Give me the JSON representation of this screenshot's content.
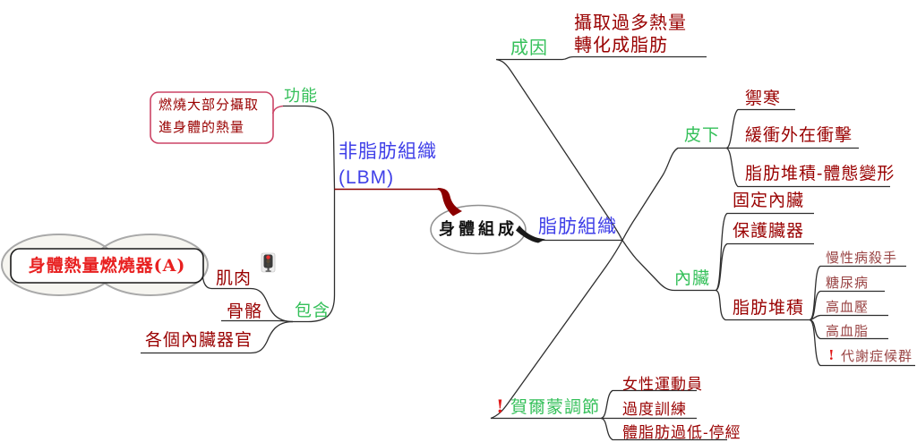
{
  "root": {
    "label": "身體組成"
  },
  "left": {
    "lbm_line1": "非脂肪組織",
    "lbm_line2": "(LBM)",
    "function_label": "功能",
    "note_line1": "燃燒大部分攝取",
    "note_line2": "進身體的熱量",
    "include_label": "包含",
    "muscle": "肌肉",
    "bone": "骨骼",
    "organs": "各個內臟器官",
    "burner": "身體熱量燃燒器(A)"
  },
  "right": {
    "fat": "脂肪組織",
    "cause_label": "成因",
    "cause_line1": "攝取過多熱量",
    "cause_line2": "轉化成脂肪",
    "subq_label": "皮下",
    "subq_children": [
      "禦寒",
      "緩衝外在衝擊",
      "脂肪堆積-體態變形"
    ],
    "visceral_label": "內臟",
    "visceral_fix": "固定內臟",
    "visceral_protect": "保護臟器",
    "accumulation_label": "脂肪堆積",
    "risks": [
      "慢性病殺手",
      "糖尿病",
      "高血壓",
      "高血脂",
      "代謝症候群"
    ],
    "hormone_label": "賀爾蒙調節",
    "hormone_children": [
      "女性運動員",
      "過度訓練",
      "體脂肪過低-停經"
    ]
  },
  "icons": {
    "warning_glyph": "!",
    "traffic_light": "red-traffic-light"
  },
  "colors": {
    "node_blue": "#4040e8",
    "label_green": "#35c05a",
    "text_darkred": "#990000",
    "risk_text": "#994444",
    "note_border": "#cc4466",
    "burner_red": "#e82020",
    "edge_black": "#2e2e2e",
    "edge_darkred": "#8b0000",
    "cloud_gray": "#a9a9a9"
  }
}
